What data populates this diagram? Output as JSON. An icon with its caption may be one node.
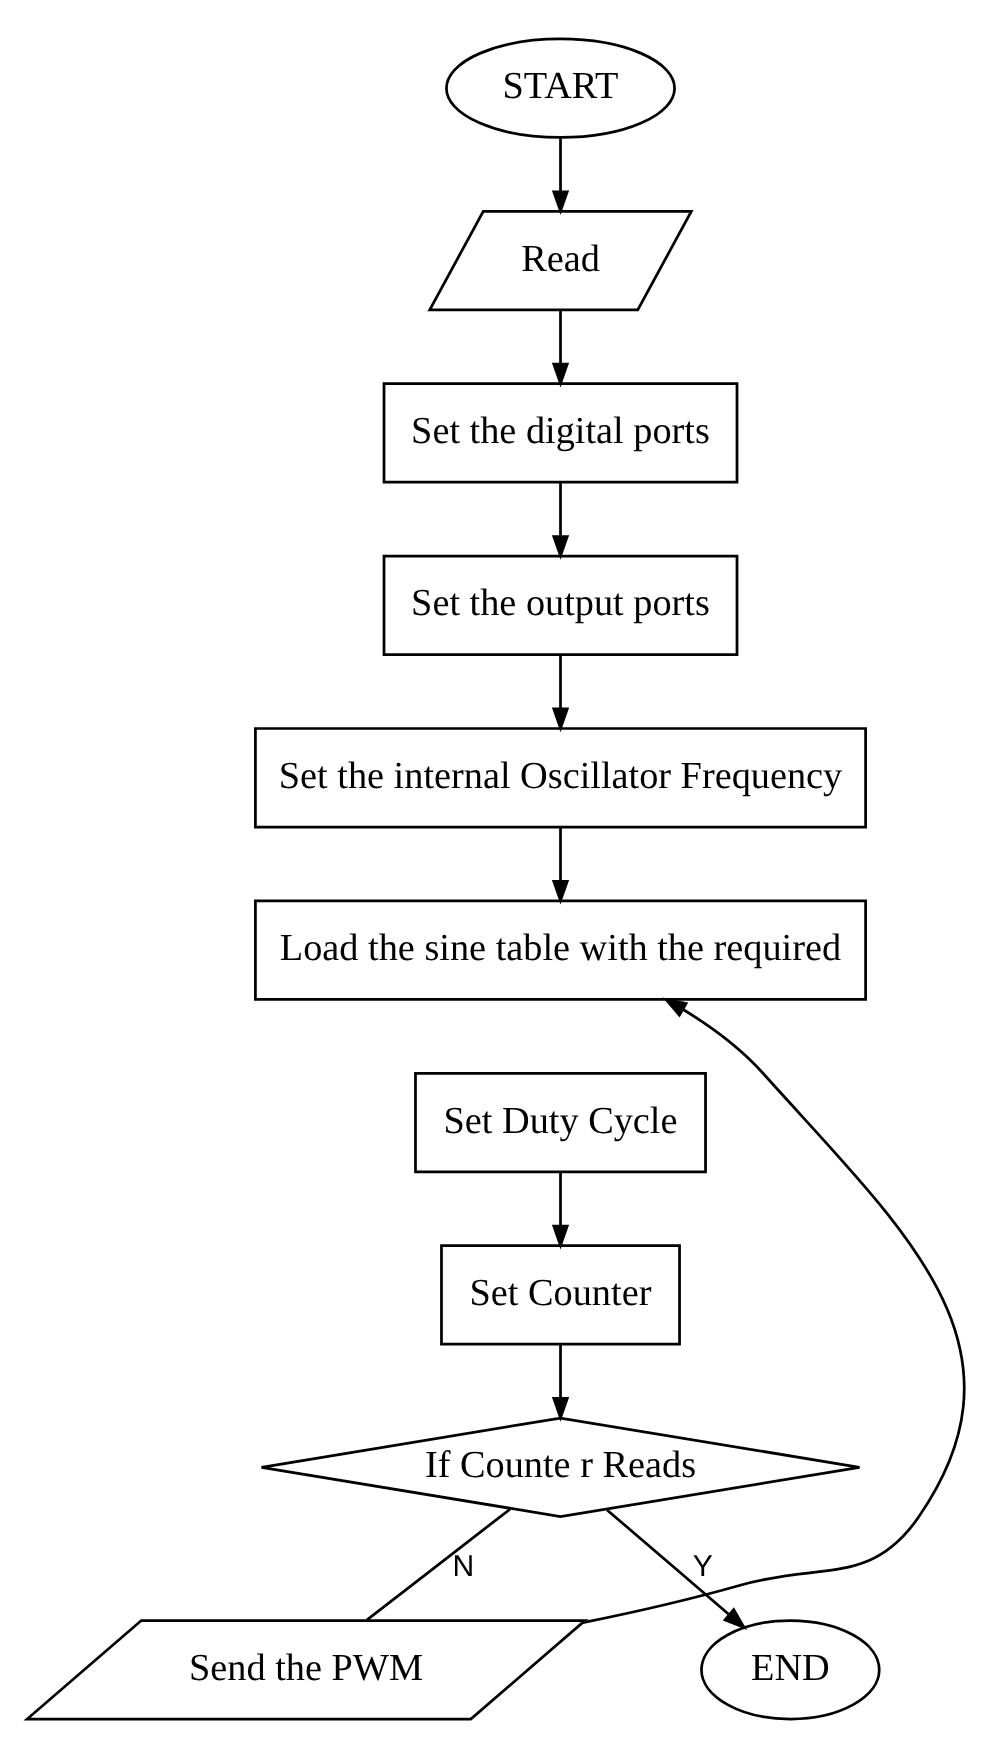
{
  "diagram": {
    "nodes": [
      {
        "text": [
          "START"
        ]
      },
      {
        "text": [
          "Read"
        ]
      },
      {
        "text": [
          "Set the digital ports"
        ]
      },
      {
        "text": [
          "Set the output ports"
        ]
      },
      {
        "text": [
          "Set the internal Oscillator Frequency"
        ]
      },
      {
        "text": [
          "Load the sine table with the required"
        ]
      },
      {
        "text": [
          "Set Duty Cycle"
        ]
      },
      {
        "text": [
          "Set Counter"
        ]
      },
      {
        "text": [
          "If Counte r Reads"
        ]
      },
      {
        "text": [
          "Send the PWM"
        ]
      },
      {
        "text": [
          "END"
        ]
      }
    ],
    "edges": [
      {
        "from": 0,
        "to": 1,
        "arrow": "to"
      },
      {
        "from": 1,
        "to": 2,
        "arrow": "to"
      },
      {
        "from": 2,
        "to": 3,
        "arrow": "to"
      },
      {
        "from": 3,
        "to": 4,
        "arrow": "to"
      },
      {
        "from": 4,
        "to": 5,
        "arrow": "to"
      },
      {
        "from": 6,
        "to": 7,
        "arrow": "to"
      },
      {
        "from": 7,
        "to": 8,
        "arrow": "to"
      },
      {
        "from": 8,
        "to": 9,
        "arrow": "none",
        "label": "N"
      },
      {
        "from": 9,
        "to": 5,
        "arrow": "to"
      },
      {
        "from": 8,
        "to": 10,
        "arrow": "to",
        "label": "Y"
      }
    ]
  }
}
